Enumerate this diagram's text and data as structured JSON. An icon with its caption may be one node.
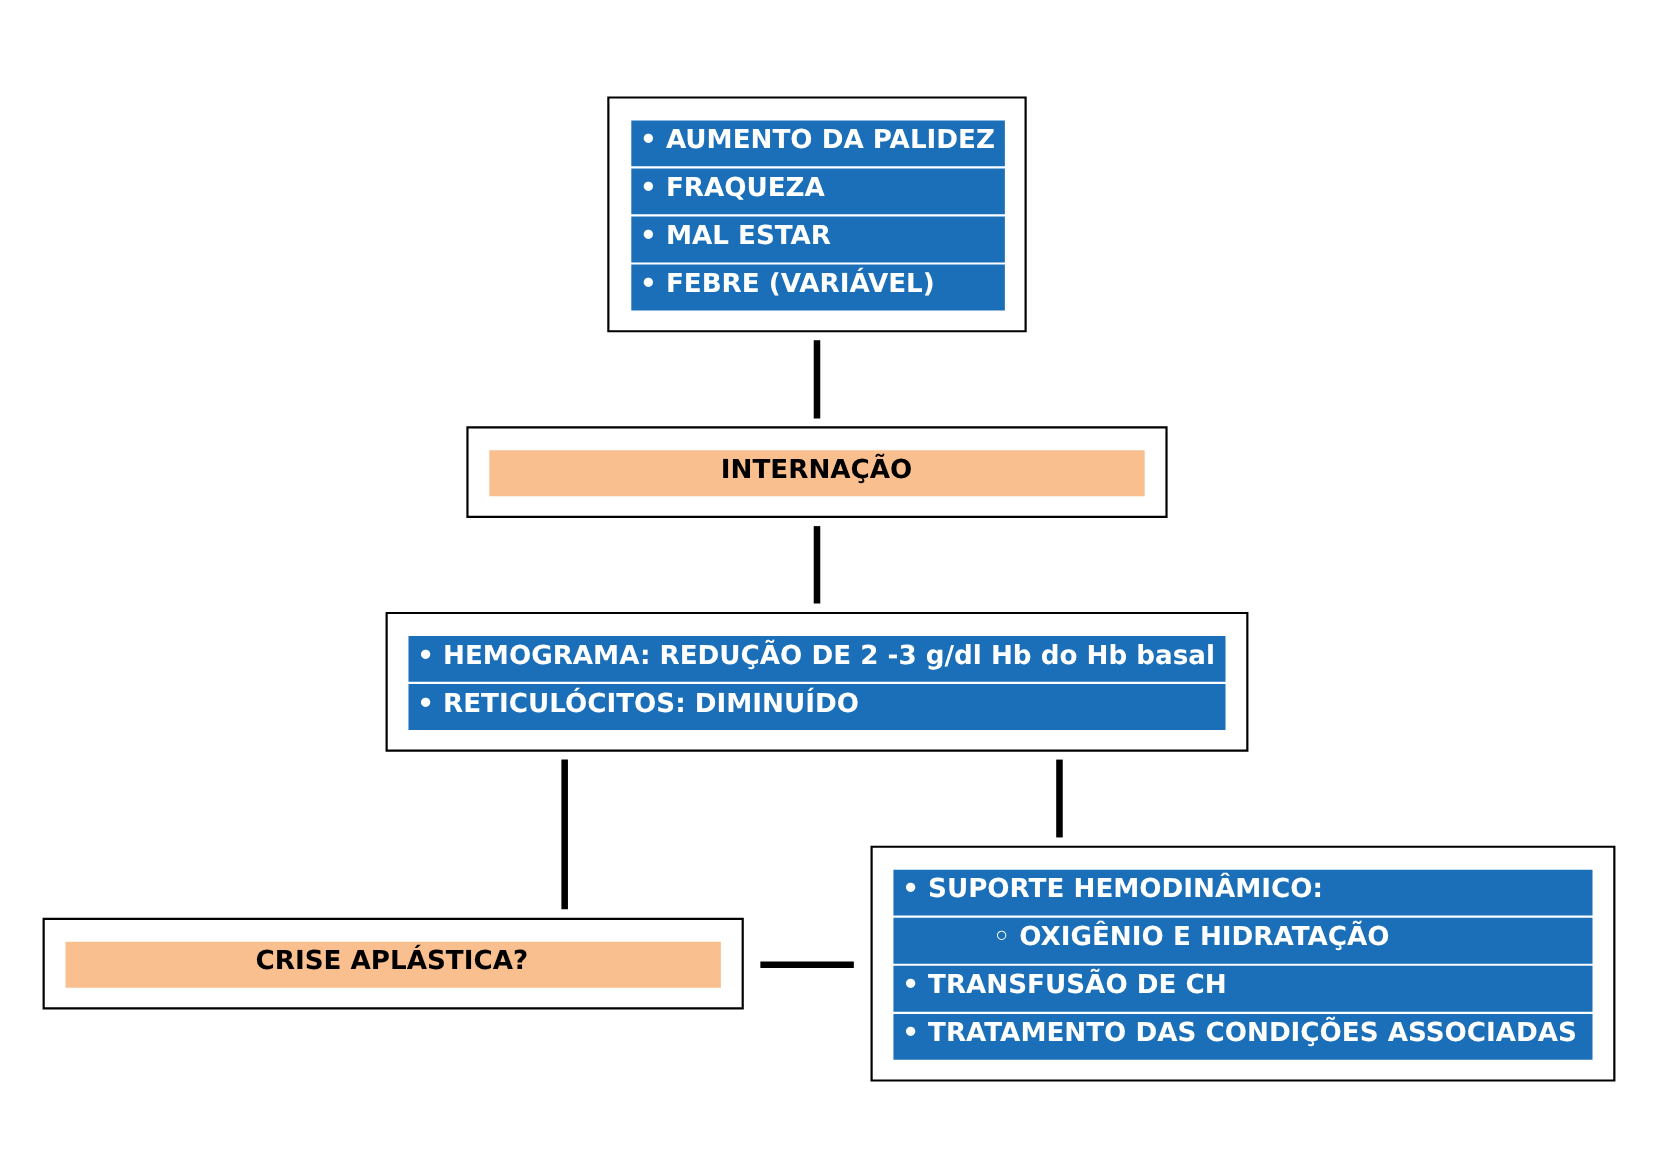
{
  "diagram": {
    "nodes": [
      {
        "text": [
          "• AUMENTO DA PALIDEZ",
          "• FRAQUEZA",
          "• MAL ESTAR",
          "• FEBRE (VARIÁVEL)"
        ]
      },
      {
        "text": [
          "INTERNAÇÃO"
        ]
      },
      {
        "text": [
          "• HEMOGRAMA: REDUÇÃO DE 2 -3 g/dl Hb do Hb basal",
          "• RETICULÓCITOS: DIMINUÍDO"
        ]
      },
      {
        "text": [
          "CRISE APLÁSTICA?"
        ]
      },
      {
        "text": [
          "• SUPORTE HEMODINÂMICO:",
          "◦ OXIGÊNIO E HIDRATAÇÃO",
          "• TRANSFUSÃO DE CH",
          "• TRATAMENTO DAS CONDIÇÕES ASSOCIADAS"
        ]
      }
    ],
    "edges": [
      {
        "from": 0,
        "to": 1,
        "arrow": "none"
      },
      {
        "from": 1,
        "to": 2,
        "arrow": "none"
      },
      {
        "from": 2,
        "to": 3,
        "arrow": "none"
      },
      {
        "from": 2,
        "to": 4,
        "arrow": "none"
      },
      {
        "from": 3,
        "to": 4,
        "arrow": "none"
      }
    ]
  }
}
